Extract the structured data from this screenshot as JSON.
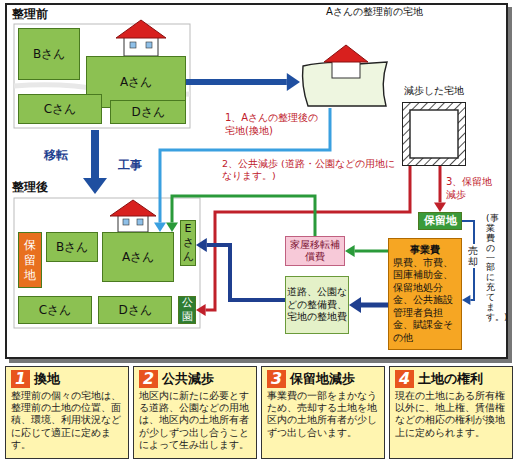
{
  "diagram": {
    "nodes": [
      {
        "text": [
          "Bさん"
        ]
      },
      {
        "text": [
          "Aさん"
        ]
      },
      {
        "text": [
          "Cさん"
        ]
      },
      {
        "text": [
          "Dさん"
        ]
      },
      {
        "text": [
          "Aさんの整理前の宅地"
        ]
      },
      {
        "text": [
          "減歩した宅地"
        ]
      },
      {
        "text": [
          "保留地"
        ]
      },
      {
        "text": [
          "Bさん"
        ]
      },
      {
        "text": [
          "Aさん"
        ]
      },
      {
        "text": [
          "Eさん"
        ]
      },
      {
        "text": [
          "Cさん"
        ]
      },
      {
        "text": [
          "Dさん"
        ]
      },
      {
        "text": [
          "公園"
        ]
      },
      {
        "text": [
          "保留地"
        ]
      },
      {
        "text": [
          "事業費",
          "県費、市費、国庫補助金、保留地処分金、公共施設管理者負担金、賦課金その他"
        ]
      },
      {
        "text": [
          "家屋移転補償費"
        ]
      },
      {
        "text": [
          "道路、公園などの整備費、宅地の整地費"
        ]
      },
      {
        "text": [
          "1",
          "換地",
          "整理前の個々の宅地は、整理前の土地の位置、面積、環境、利用状況などに応じて適正に定めます。"
        ]
      },
      {
        "text": [
          "2",
          "公共減歩",
          "地区内に新たに必要とする道路、公園などの用地は、地区内の土地所有者が少しずつ出し合うことによって生み出します。"
        ]
      },
      {
        "text": [
          "3",
          "保留地減歩",
          "事業費の一部をまかなうため、売却する土地を地区内の土地所有者が少しずつ出し合います。"
        ]
      },
      {
        "text": [
          "4",
          "土地の権利",
          "現在の土地にある所有権以外に、地上権、賃借権などの相応の権利が換地上に定められます。"
        ]
      }
    ],
    "edges": [
      {
        "from": 1,
        "to": 4,
        "arrow": "to"
      },
      {
        "from": 4,
        "to": 8,
        "arrow": "to",
        "label": "1、Aさんの整理後の宅地(換地)"
      },
      {
        "from": 5,
        "to": 12,
        "arrow": "to",
        "label": "2、公共減歩 (道路・公園などの用地になります。)"
      },
      {
        "from": 5,
        "to": 13,
        "arrow": "to",
        "label": "3、保留地減歩"
      },
      {
        "from": 13,
        "to": 14,
        "arrow": "to",
        "label": "売却"
      },
      {
        "from": 14,
        "to": 15,
        "arrow": "to"
      },
      {
        "from": 14,
        "to": 16,
        "arrow": "to"
      },
      {
        "from": 15,
        "to": 8,
        "arrow": "to"
      },
      {
        "from": 16,
        "to": 9,
        "arrow": "to"
      }
    ],
    "labels": [
      "整理前",
      "移転",
      "工事",
      "整理後",
      "(事業費の一部に充てます。)"
    ]
  }
}
